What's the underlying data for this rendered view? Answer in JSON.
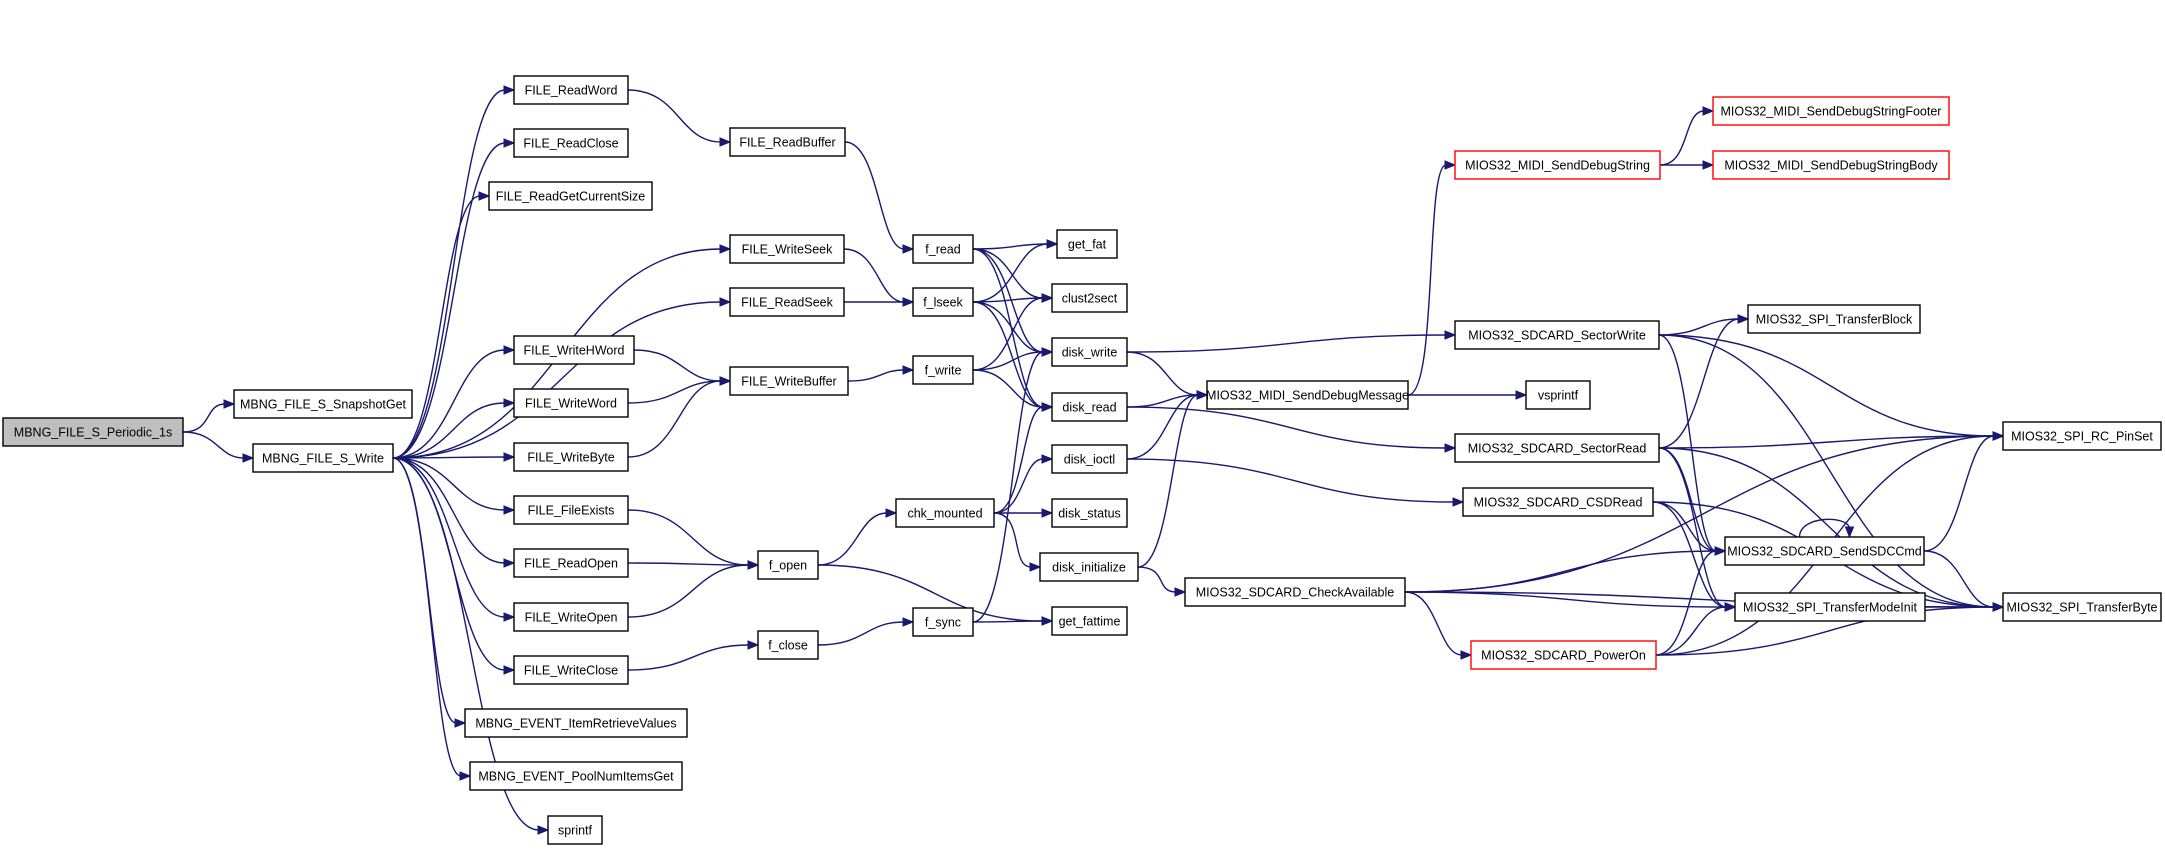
{
  "graph": {
    "nodes": [
      {
        "id": "periodic",
        "label": "MBNG_FILE_S_Periodic_1s",
        "style": "root"
      },
      {
        "id": "snapshot",
        "label": "MBNG_FILE_S_SnapshotGet",
        "style": "normal"
      },
      {
        "id": "write",
        "label": "MBNG_FILE_S_Write",
        "style": "normal"
      },
      {
        "id": "readword",
        "label": "FILE_ReadWord",
        "style": "normal"
      },
      {
        "id": "readclose",
        "label": "FILE_ReadClose",
        "style": "normal"
      },
      {
        "id": "readgetcur",
        "label": "FILE_ReadGetCurrentSize",
        "style": "normal"
      },
      {
        "id": "writehword",
        "label": "FILE_WriteHWord",
        "style": "normal"
      },
      {
        "id": "writeword",
        "label": "FILE_WriteWord",
        "style": "normal"
      },
      {
        "id": "writebyte",
        "label": "FILE_WriteByte",
        "style": "normal"
      },
      {
        "id": "fileexists",
        "label": "FILE_FileExists",
        "style": "normal"
      },
      {
        "id": "readopen",
        "label": "FILE_ReadOpen",
        "style": "normal"
      },
      {
        "id": "writeopen",
        "label": "FILE_WriteOpen",
        "style": "normal"
      },
      {
        "id": "writeclose",
        "label": "FILE_WriteClose",
        "style": "normal"
      },
      {
        "id": "itemretrieve",
        "label": "MBNG_EVENT_ItemRetrieveValues",
        "style": "normal"
      },
      {
        "id": "poolnum",
        "label": "MBNG_EVENT_PoolNumItemsGet",
        "style": "normal"
      },
      {
        "id": "sprintf",
        "label": "sprintf",
        "style": "normal"
      },
      {
        "id": "readbuffer",
        "label": "FILE_ReadBuffer",
        "style": "normal"
      },
      {
        "id": "writeseek",
        "label": "FILE_WriteSeek",
        "style": "normal"
      },
      {
        "id": "readseek",
        "label": "FILE_ReadSeek",
        "style": "normal"
      },
      {
        "id": "writebuffer",
        "label": "FILE_WriteBuffer",
        "style": "normal"
      },
      {
        "id": "fopen",
        "label": "f_open",
        "style": "normal"
      },
      {
        "id": "fclose",
        "label": "f_close",
        "style": "normal"
      },
      {
        "id": "fread",
        "label": "f_read",
        "style": "normal"
      },
      {
        "id": "flseek",
        "label": "f_lseek",
        "style": "normal"
      },
      {
        "id": "fwrite",
        "label": "f_write",
        "style": "normal"
      },
      {
        "id": "chkmounted",
        "label": "chk_mounted",
        "style": "normal"
      },
      {
        "id": "fsync",
        "label": "f_sync",
        "style": "normal"
      },
      {
        "id": "getfat",
        "label": "get_fat",
        "style": "normal"
      },
      {
        "id": "clust2sect",
        "label": "clust2sect",
        "style": "normal"
      },
      {
        "id": "diskwrite",
        "label": "disk_write",
        "style": "normal"
      },
      {
        "id": "diskread",
        "label": "disk_read",
        "style": "normal"
      },
      {
        "id": "diskioctl",
        "label": "disk_ioctl",
        "style": "normal"
      },
      {
        "id": "diskstatus",
        "label": "disk_status",
        "style": "normal"
      },
      {
        "id": "diskinit",
        "label": "disk_initialize",
        "style": "normal"
      },
      {
        "id": "getfattime",
        "label": "get_fattime",
        "style": "normal"
      },
      {
        "id": "senddebugmsg",
        "label": "MIOS32_MIDI_SendDebugMessage",
        "style": "normal"
      },
      {
        "id": "checkavail",
        "label": "MIOS32_SDCARD_CheckAvailable",
        "style": "normal"
      },
      {
        "id": "senddebugstr",
        "label": "MIOS32_MIDI_SendDebugString",
        "style": "red"
      },
      {
        "id": "sectorwrite",
        "label": "MIOS32_SDCARD_SectorWrite",
        "style": "normal"
      },
      {
        "id": "vsprintf",
        "label": "vsprintf",
        "style": "normal"
      },
      {
        "id": "sectorread",
        "label": "MIOS32_SDCARD_SectorRead",
        "style": "normal"
      },
      {
        "id": "csdread",
        "label": "MIOS32_SDCARD_CSDRead",
        "style": "normal"
      },
      {
        "id": "poweron",
        "label": "MIOS32_SDCARD_PowerOn",
        "style": "red"
      },
      {
        "id": "footer",
        "label": "MIOS32_MIDI_SendDebugStringFooter",
        "style": "red"
      },
      {
        "id": "body",
        "label": "MIOS32_MIDI_SendDebugStringBody",
        "style": "red"
      },
      {
        "id": "spiblock",
        "label": "MIOS32_SPI_TransferBlock",
        "style": "normal"
      },
      {
        "id": "sendsdccmd",
        "label": "MIOS32_SDCARD_SendSDCCmd",
        "style": "normal"
      },
      {
        "id": "spimodeinit",
        "label": "MIOS32_SPI_TransferModeInit",
        "style": "normal"
      },
      {
        "id": "spipinset",
        "label": "MIOS32_SPI_RC_PinSet",
        "style": "normal"
      },
      {
        "id": "spibyte",
        "label": "MIOS32_SPI_TransferByte",
        "style": "normal"
      }
    ],
    "edges": [
      [
        "periodic",
        "snapshot"
      ],
      [
        "periodic",
        "write"
      ],
      [
        "write",
        "readword"
      ],
      [
        "write",
        "readclose"
      ],
      [
        "write",
        "readgetcur"
      ],
      [
        "write",
        "writeseek"
      ],
      [
        "write",
        "readseek"
      ],
      [
        "write",
        "writehword"
      ],
      [
        "write",
        "writeword"
      ],
      [
        "write",
        "writebyte"
      ],
      [
        "write",
        "fileexists"
      ],
      [
        "write",
        "readopen"
      ],
      [
        "write",
        "writeopen"
      ],
      [
        "write",
        "writeclose"
      ],
      [
        "write",
        "itemretrieve"
      ],
      [
        "write",
        "poolnum"
      ],
      [
        "write",
        "sprintf"
      ],
      [
        "readword",
        "readbuffer"
      ],
      [
        "readbuffer",
        "fread"
      ],
      [
        "writeseek",
        "flseek"
      ],
      [
        "readseek",
        "flseek"
      ],
      [
        "writehword",
        "writebuffer"
      ],
      [
        "writeword",
        "writebuffer"
      ],
      [
        "writebyte",
        "writebuffer"
      ],
      [
        "writebuffer",
        "fwrite"
      ],
      [
        "fileexists",
        "fopen"
      ],
      [
        "readopen",
        "fopen"
      ],
      [
        "writeopen",
        "fopen"
      ],
      [
        "writeclose",
        "fclose"
      ],
      [
        "fopen",
        "chkmounted"
      ],
      [
        "fopen",
        "getfattime"
      ],
      [
        "fclose",
        "fsync"
      ],
      [
        "fsync",
        "getfattime"
      ],
      [
        "fsync",
        "diskwrite"
      ],
      [
        "fread",
        "getfat"
      ],
      [
        "fread",
        "clust2sect"
      ],
      [
        "fread",
        "diskwrite"
      ],
      [
        "fread",
        "diskread"
      ],
      [
        "flseek",
        "getfat"
      ],
      [
        "flseek",
        "clust2sect"
      ],
      [
        "flseek",
        "diskwrite"
      ],
      [
        "flseek",
        "diskread"
      ],
      [
        "fwrite",
        "clust2sect"
      ],
      [
        "fwrite",
        "diskwrite"
      ],
      [
        "fwrite",
        "diskread"
      ],
      [
        "chkmounted",
        "diskread"
      ],
      [
        "chkmounted",
        "diskioctl"
      ],
      [
        "chkmounted",
        "diskstatus"
      ],
      [
        "chkmounted",
        "diskinit"
      ],
      [
        "diskwrite",
        "senddebugmsg"
      ],
      [
        "diskwrite",
        "sectorwrite"
      ],
      [
        "diskread",
        "senddebugmsg"
      ],
      [
        "diskread",
        "sectorread"
      ],
      [
        "diskioctl",
        "senddebugmsg"
      ],
      [
        "diskioctl",
        "csdread"
      ],
      [
        "diskinit",
        "senddebugmsg"
      ],
      [
        "diskinit",
        "checkavail"
      ],
      [
        "senddebugmsg",
        "senddebugstr"
      ],
      [
        "senddebugmsg",
        "vsprintf"
      ],
      [
        "senddebugstr",
        "footer"
      ],
      [
        "senddebugstr",
        "body"
      ],
      [
        "sectorwrite",
        "spiblock"
      ],
      [
        "sectorwrite",
        "sendsdccmd"
      ],
      [
        "sectorwrite",
        "spipinset"
      ],
      [
        "sectorwrite",
        "spibyte"
      ],
      [
        "sectorread",
        "spiblock"
      ],
      [
        "sectorread",
        "sendsdccmd"
      ],
      [
        "sectorread",
        "spipinset"
      ],
      [
        "sectorread",
        "spibyte"
      ],
      [
        "sectorread",
        "spimodeinit"
      ],
      [
        "csdread",
        "sendsdccmd"
      ],
      [
        "csdread",
        "spimodeinit"
      ],
      [
        "csdread",
        "spibyte"
      ],
      [
        "checkavail",
        "sendsdccmd"
      ],
      [
        "checkavail",
        "spimodeinit"
      ],
      [
        "checkavail",
        "poweron"
      ],
      [
        "checkavail",
        "spipinset"
      ],
      [
        "checkavail",
        "spibyte"
      ],
      [
        "poweron",
        "sendsdccmd"
      ],
      [
        "poweron",
        "spimodeinit"
      ],
      [
        "poweron",
        "spipinset"
      ],
      [
        "poweron",
        "spibyte"
      ],
      [
        "sendsdccmd",
        "sendsdccmd"
      ],
      [
        "sendsdccmd",
        "spipinset"
      ],
      [
        "sendsdccmd",
        "spibyte"
      ],
      [
        "spimodeinit",
        "spibyte"
      ]
    ]
  }
}
